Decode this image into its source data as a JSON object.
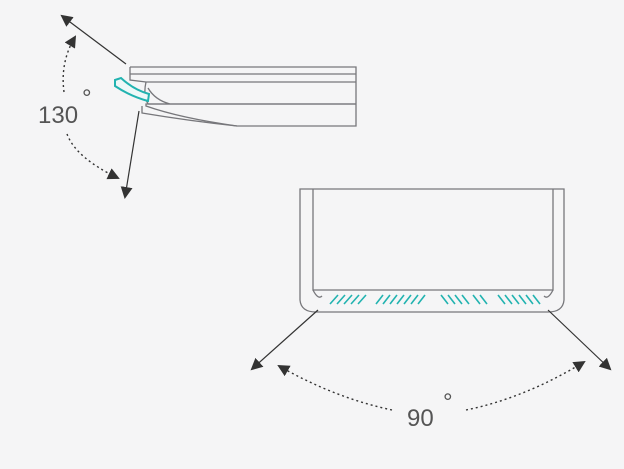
{
  "diagram": {
    "side_view": {
      "angle_value": "130",
      "degree_mark": "°"
    },
    "front_view": {
      "angle_value": "90",
      "degree_mark": "°"
    }
  },
  "colors": {
    "background": "#f5f5f6",
    "outline": "#77777b",
    "arrow": "#333333",
    "label": "#555555",
    "accent_teal": "#22b3b0"
  },
  "icons": {
    "arrowhead": "filled-triangle",
    "swing_range": "dotted-arc"
  }
}
